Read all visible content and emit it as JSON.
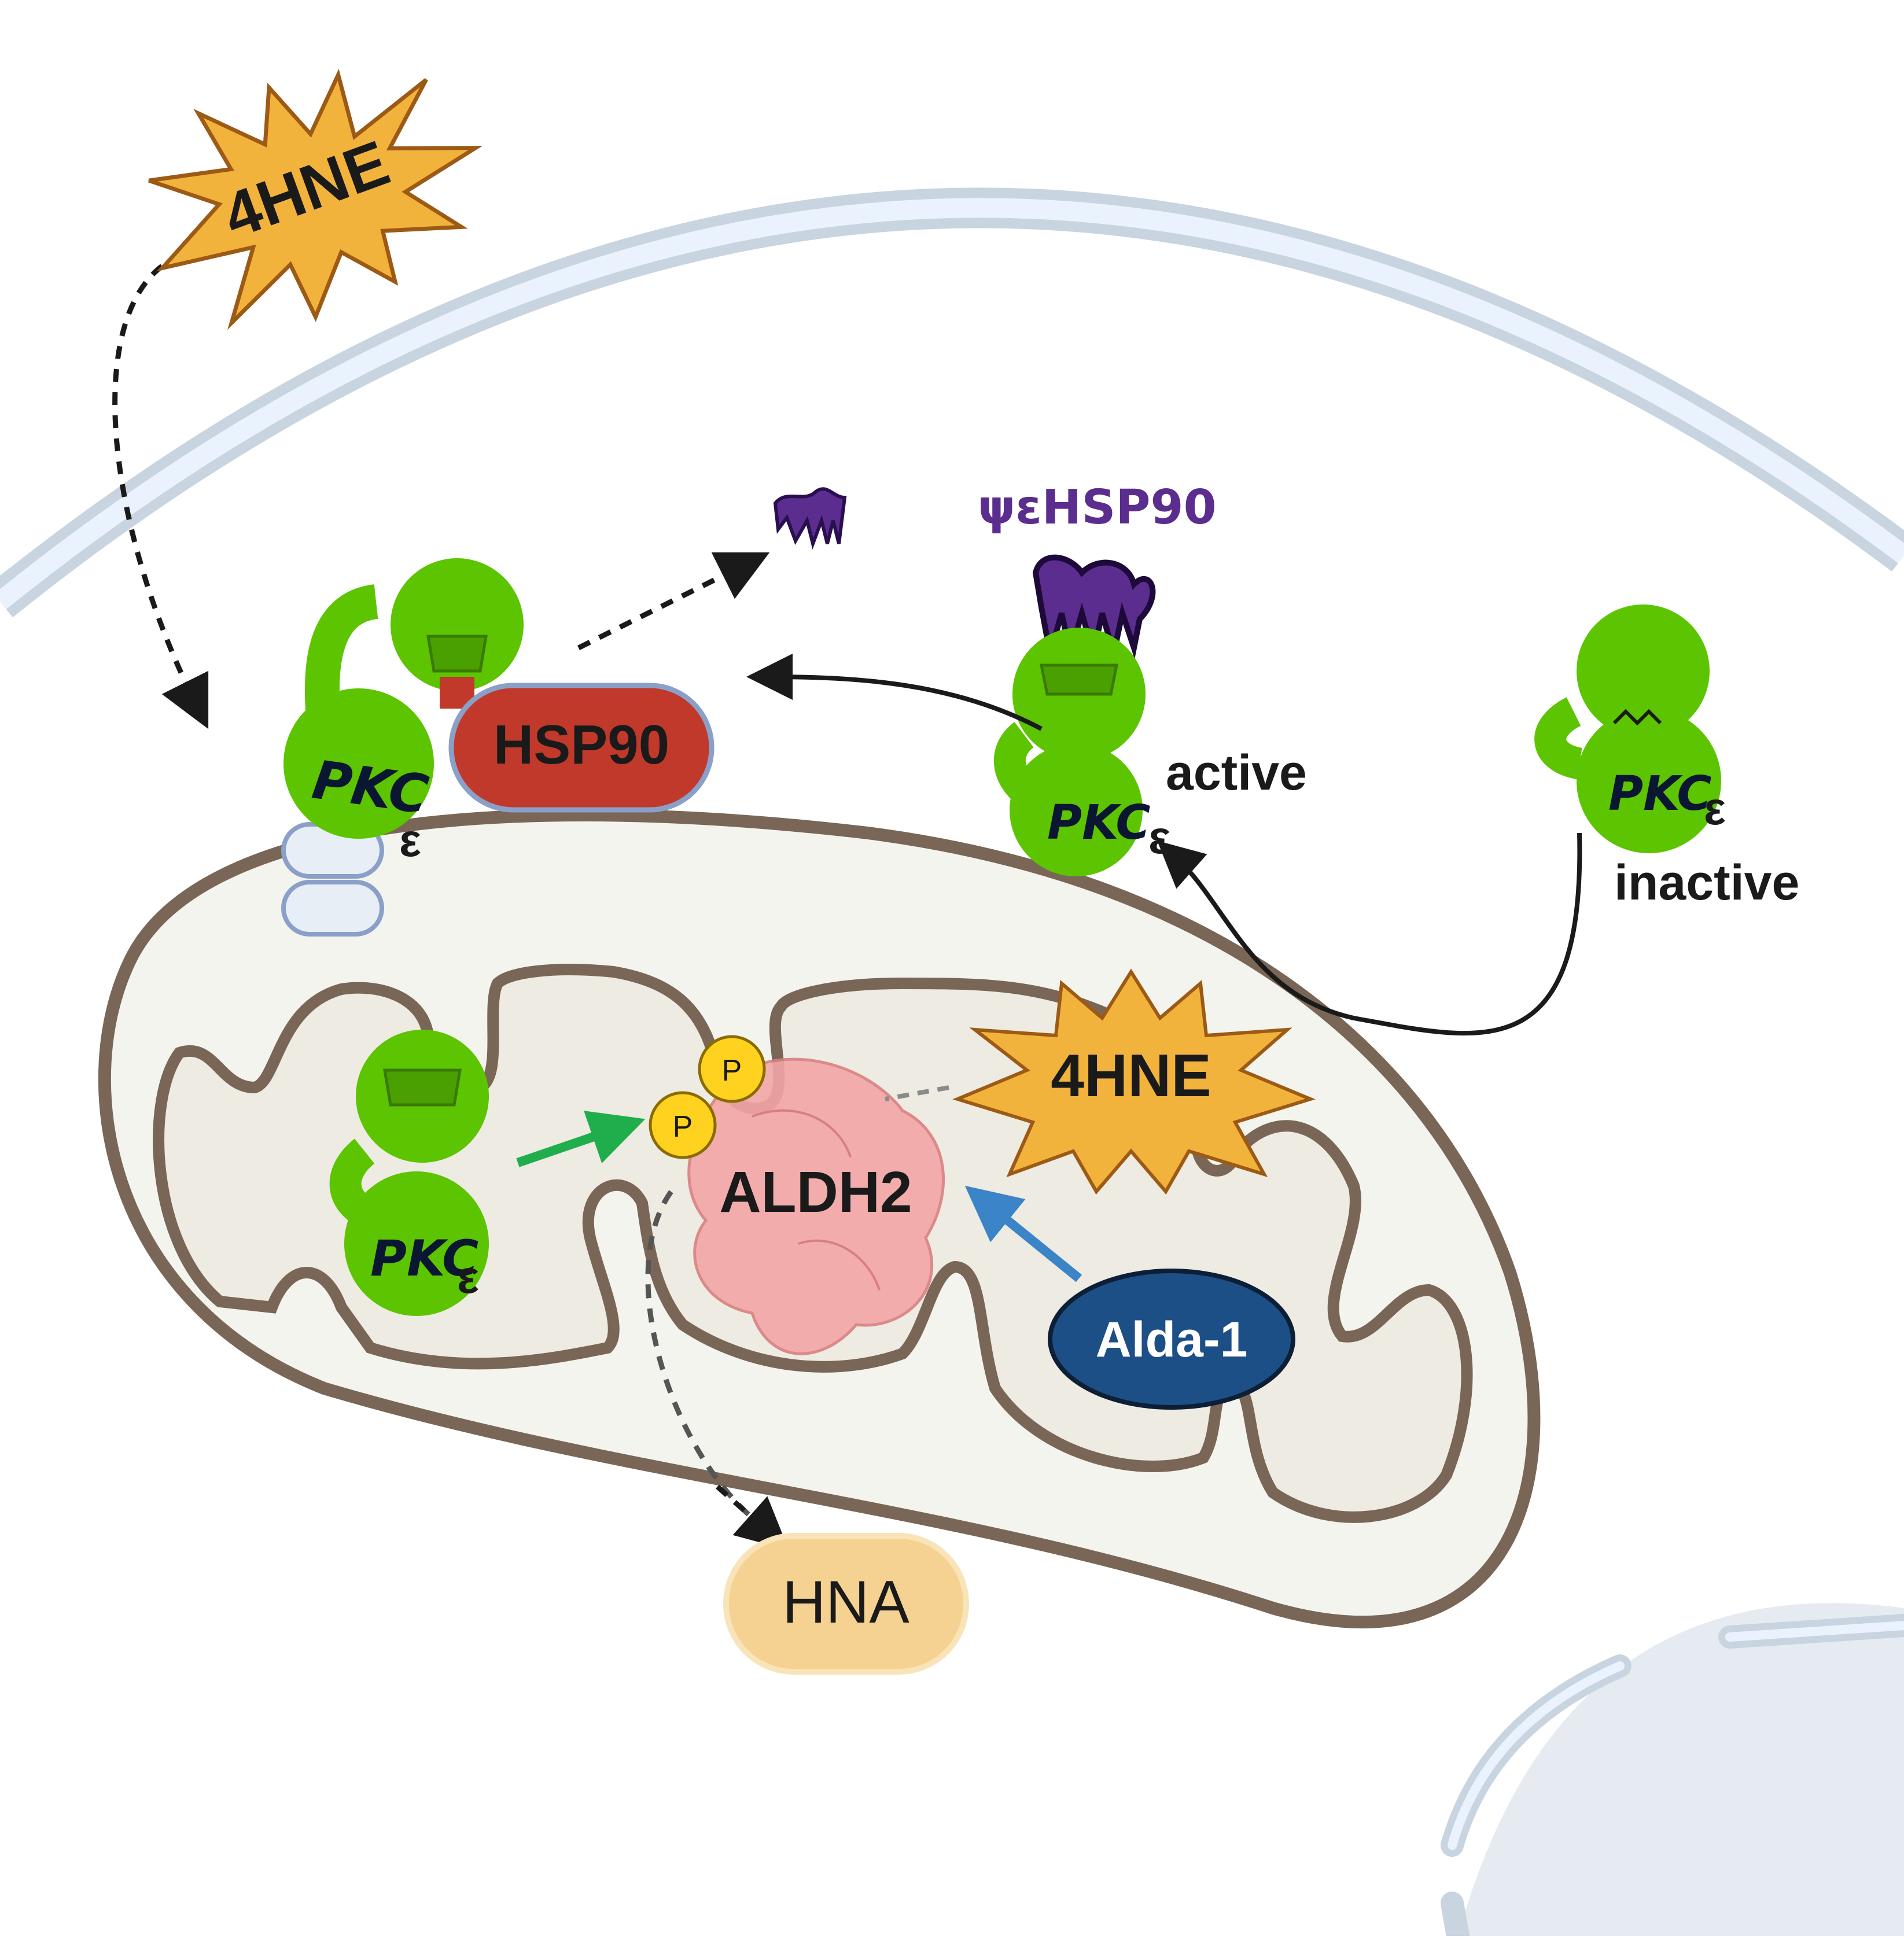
{
  "labels": {
    "hne_outside": "4HNE",
    "hne_inside": "4HNE",
    "hsp90": "HSP90",
    "psi_hsp90": "ψεHSP90",
    "active": "active",
    "inactive": "inactive",
    "aldh2": "ALDH2",
    "alda1": "Alda-1",
    "hna": "HNA",
    "phospho": "P",
    "pkc": "PKC",
    "epsilon": "ε"
  },
  "colors": {
    "pkc_green": "#5cc400",
    "hne_orange": "#f2b33d",
    "hsp90_red": "#c0392b",
    "psi_purple": "#5b2d8e",
    "aldh2_pink": "#f2a6a6",
    "alda1_blue": "#1c4f86",
    "hna_tan": "#f5d291",
    "phospho_yellow": "#ffd21f",
    "mito_outline": "#7a6656",
    "membrane_blue": "#c8d4e0",
    "arrow_green": "#1fae4b",
    "arrow_blue": "#3c84c8"
  }
}
